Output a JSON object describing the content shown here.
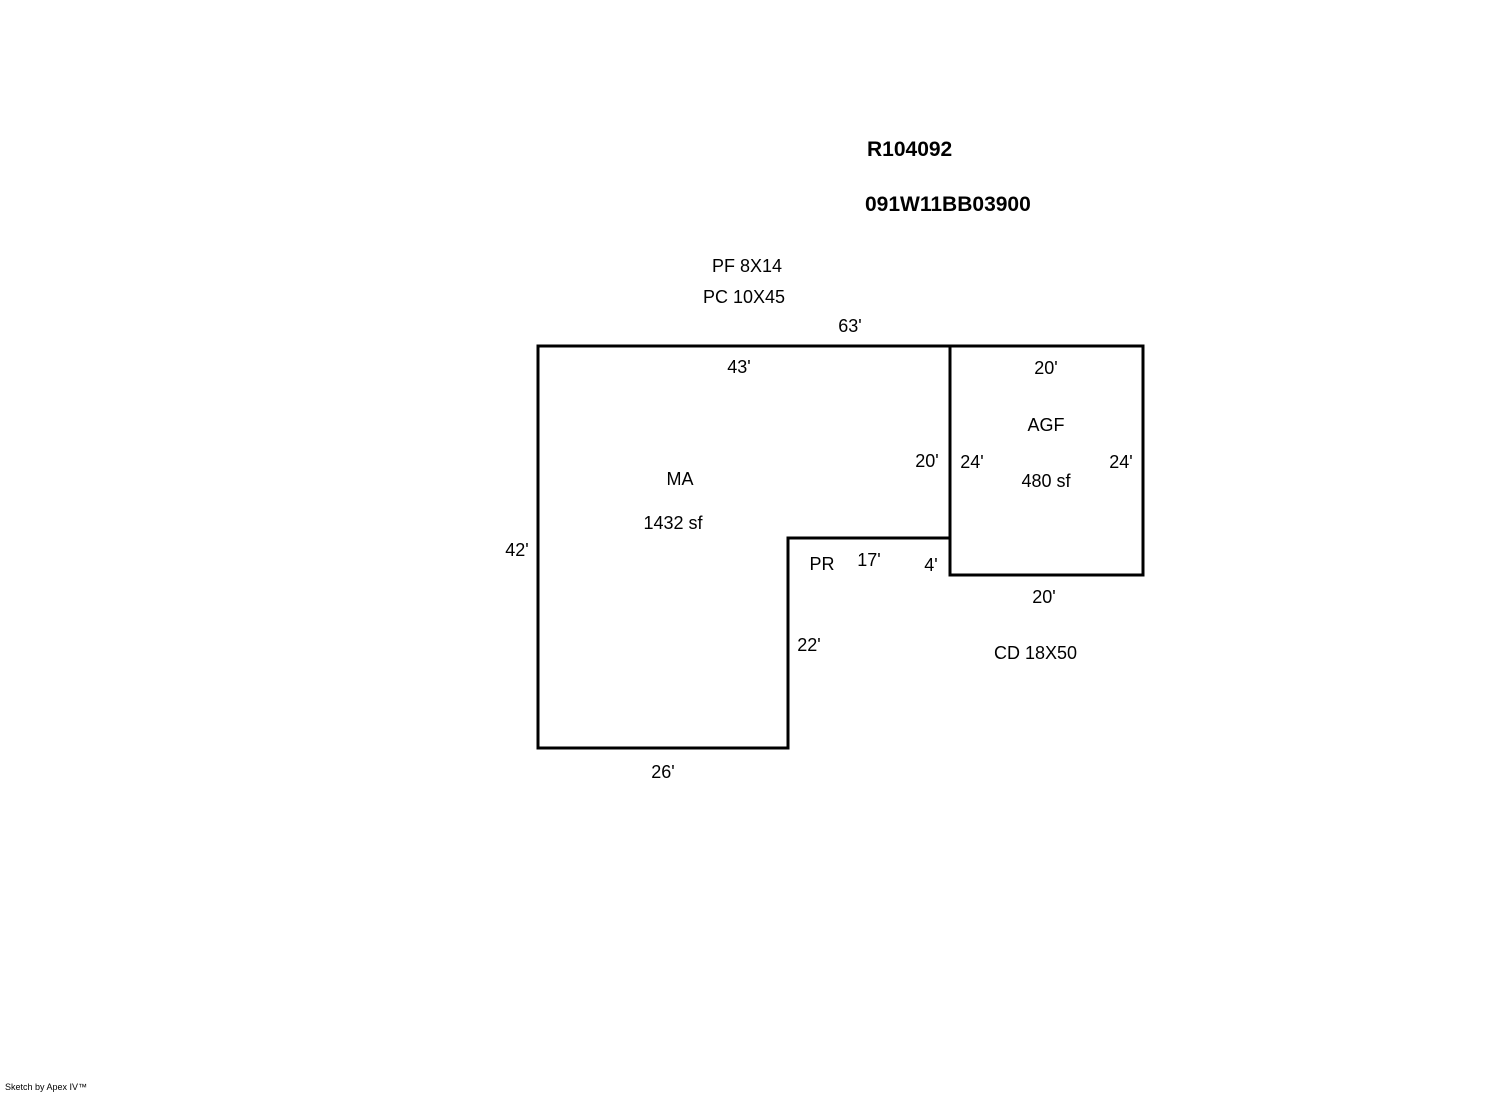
{
  "header": {
    "account_id": "R104092",
    "parcel_id": "091W11BB03900"
  },
  "notes": {
    "pf": "PF  8X14",
    "pc": "PC  10X45",
    "cd": "CD  18X50"
  },
  "areas": {
    "ma": {
      "name": "MA",
      "area": "1432 sf"
    },
    "agf": {
      "name": "AGF",
      "area": "480 sf"
    },
    "pr": {
      "name": "PR"
    }
  },
  "dimensions": {
    "overall_top": "63'",
    "ma_top": "43'",
    "ma_left": "42'",
    "ma_bottom": "26'",
    "ma_inner_right": "20'",
    "pr_top": "17'",
    "pr_right": "4'",
    "pr_left": "22'",
    "agf_top": "20'",
    "agf_left": "24'",
    "agf_right": "24'",
    "agf_bottom": "20'"
  },
  "footer": {
    "credit": "Sketch by Apex IV™"
  }
}
